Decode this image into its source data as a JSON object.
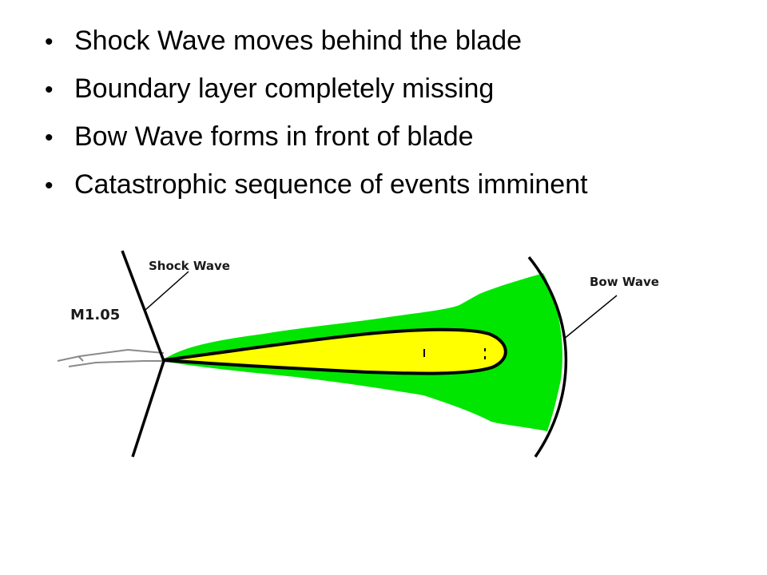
{
  "slide": {
    "bullets": [
      "Shock Wave moves behind the blade",
      "Boundary layer completely missing",
      "Bow Wave forms in front of blade",
      "Catastrophic sequence of events imminent"
    ],
    "bullet_glyph": "•"
  },
  "diagram": {
    "mach_label": "M1.05",
    "shock_wave_label": "Shock Wave",
    "bow_wave_label": "Bow Wave",
    "colors": {
      "blade_fill": "#ffff00",
      "boundary_region_fill": "#00e600",
      "line": "#000000",
      "wake": "#e6e6e6"
    }
  }
}
